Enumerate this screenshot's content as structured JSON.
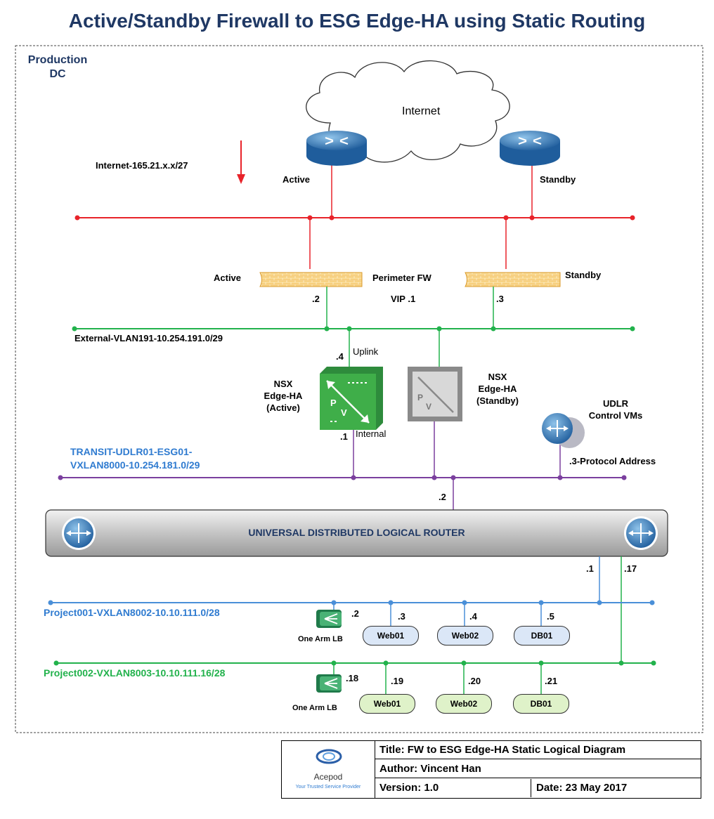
{
  "title": "Active/Standby Firewall to ESG Edge-HA using Static Routing",
  "frame": {
    "label_line1": "Production",
    "label_line2": "DC"
  },
  "internet": {
    "cloud_label": "Internet",
    "router_active_label": "Active",
    "router_standby_label": "Standby",
    "subnet_label": "Internet-165.21.x.x/27"
  },
  "perimeter_fw": {
    "active_label": "Active",
    "standby_label": "Standby",
    "label": "Perimeter FW",
    "vip_label": "VIP .1",
    "active_ip": ".2",
    "standby_ip": ".3"
  },
  "external_vlan": {
    "label": "External-VLAN191-10.254.191.0/29"
  },
  "nsx_active": {
    "line1": "NSX",
    "line2": "Edge-HA",
    "line3": "(Active)",
    "uplink_ip": ".4",
    "uplink_label": "Uplink",
    "internal_ip": ".1",
    "internal_label": "Internal"
  },
  "nsx_standby": {
    "line1": "NSX",
    "line2": "Edge-HA",
    "line3": "(Standby)"
  },
  "udlr_control": {
    "line1": "UDLR",
    "line2": "Control VMs",
    "protocol_label": ".3-Protocol Address"
  },
  "transit": {
    "line1": "TRANSIT-UDLR01-ESG01-",
    "line2": "VXLAN8000-10.254.181.0/29",
    "udlr_ip": ".2"
  },
  "udlr": {
    "label": "UNIVERSAL DISTRIBUTED LOGICAL ROUTER",
    "ip_project1": ".1",
    "ip_project2": ".17"
  },
  "project1": {
    "label": "Project001-VXLAN8002-10.10.111.0/28",
    "lb_ip": ".2",
    "lb_label": "One Arm LB",
    "vms": [
      {
        "ip": ".3",
        "name": "Web01"
      },
      {
        "ip": ".4",
        "name": "Web02"
      },
      {
        "ip": ".5",
        "name": "DB01"
      }
    ]
  },
  "project2": {
    "label": "Project002-VXLAN8003-10.10.111.16/28",
    "lb_ip": ".18",
    "lb_label": "One Arm LB",
    "vms": [
      {
        "ip": ".19",
        "name": "Web01"
      },
      {
        "ip": ".20",
        "name": "Web02"
      },
      {
        "ip": ".21",
        "name": "DB01"
      }
    ]
  },
  "info_box": {
    "logo_name": "Acepod",
    "logo_tagline": "Your Trusted Service Provider",
    "title": "Title: FW to ESG Edge-HA Static Logical Diagram",
    "author": "Author: Vincent Han",
    "version": "Version: 1.0",
    "date": "Date: 23 May 2017"
  },
  "colors": {
    "internet_line": "#e8232a",
    "external_line": "#22b24c",
    "transit_line": "#7b3f9e",
    "project1_line": "#4a8fd8",
    "project2_line": "#22b24c",
    "title": "#1f3864",
    "firewall": "#f7c35a",
    "nsx_active": "#3fae49",
    "nsx_standby": "#8a8a8a"
  }
}
